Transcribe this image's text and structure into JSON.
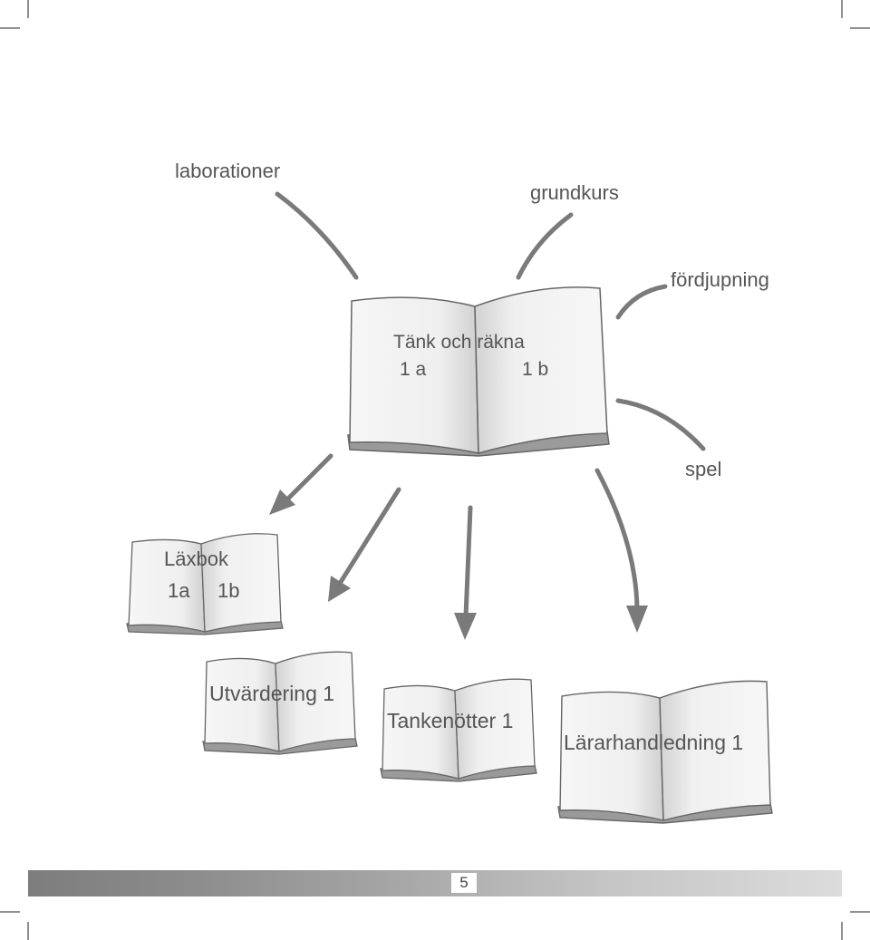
{
  "labels": {
    "laborationer": "laborationer",
    "grundkurs": "grundkurs",
    "fordjupning": "fördjupning",
    "spel": "spel"
  },
  "books": {
    "main": {
      "title": "Tänk och räkna",
      "left": "1 a",
      "right": "1 b"
    },
    "laxbok": {
      "title": "Läxbok",
      "left": "1a",
      "right": "1b"
    },
    "utvardering": {
      "title": "Utvärdering 1"
    },
    "tankenotter": {
      "title": "Tankenötter 1"
    },
    "lararhandledning": {
      "title": "Lärarhandledning 1"
    }
  },
  "footer": {
    "page_number": "5"
  },
  "colors": {
    "line": "#7a7a7a",
    "text": "#555555"
  }
}
